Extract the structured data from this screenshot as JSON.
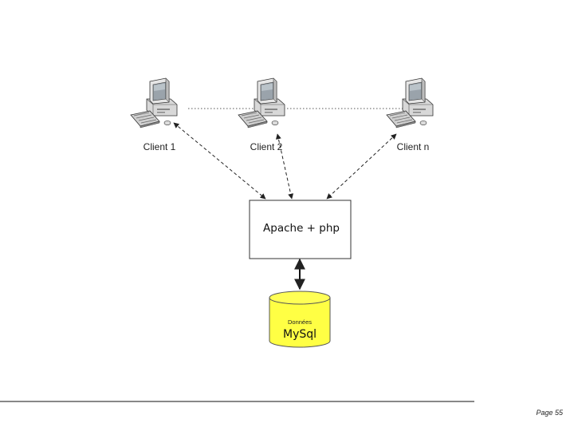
{
  "clients": [
    {
      "label": "Client 1"
    },
    {
      "label": "Client 2"
    },
    {
      "label": "Client n"
    }
  ],
  "server": {
    "label": "Apache + php"
  },
  "database": {
    "subtitle": "Données",
    "title": "MySql",
    "fill_color": "#ffff44"
  },
  "footer": {
    "page_label": "Page 55"
  }
}
